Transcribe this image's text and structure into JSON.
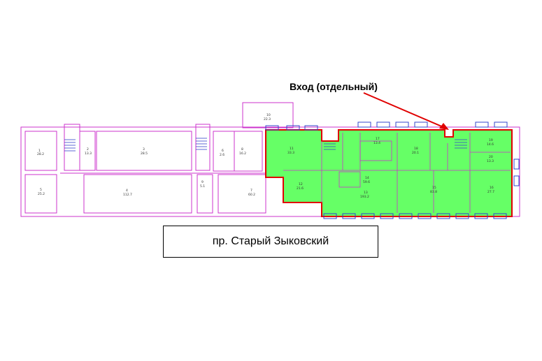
{
  "entrance": {
    "label": "Вход (отдельный)"
  },
  "street": {
    "label": "пр. Старый Зыковский"
  },
  "colors": {
    "highlight": "#66ff66",
    "boundary": "#e00000",
    "walls": "#cc33cc",
    "windows": "#3344cc",
    "arrow": "#e00000"
  },
  "rooms_left": [
    {
      "num": "1",
      "area": "28.2"
    },
    {
      "num": "2",
      "area": "13.3"
    },
    {
      "num": "3",
      "area": "28.5"
    },
    {
      "num": "4",
      "area": "112.7"
    },
    {
      "num": "5",
      "area": "25.2"
    },
    {
      "num": "6",
      "area": "2.6"
    },
    {
      "num": "7",
      "area": "60.2"
    },
    {
      "num": "8",
      "area": "16.2"
    },
    {
      "num": "9",
      "area": "5.1"
    },
    {
      "num": "10",
      "area": "22.3"
    }
  ],
  "rooms_right": [
    {
      "num": "11",
      "area": "33.3"
    },
    {
      "num": "12",
      "area": "21.6"
    },
    {
      "num": "13",
      "area": "193.2"
    },
    {
      "num": "14",
      "area": "59.6"
    },
    {
      "num": "15",
      "area": "83.8"
    },
    {
      "num": "16",
      "area": "27.7"
    },
    {
      "num": "17",
      "area": "13.4"
    },
    {
      "num": "18",
      "area": "20.1"
    },
    {
      "num": "19",
      "area": "14.6"
    },
    {
      "num": "20",
      "area": "13.3"
    }
  ]
}
